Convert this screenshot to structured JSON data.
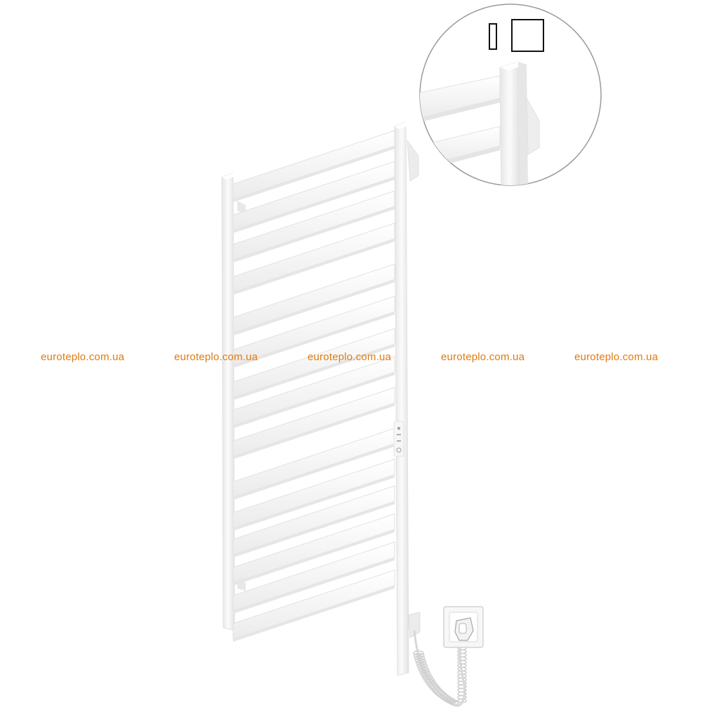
{
  "watermarks": [
    "euroteplo.com.ua",
    "euroteplo.com.ua",
    "euroteplo.com.ua",
    "euroteplo.com.ua",
    "euroteplo.com.ua"
  ],
  "colors": {
    "watermark": "#e07a10",
    "rail_face": "#f4f4f4",
    "rail_top": "#ffffff",
    "rail_shadow": "#d6d6d6",
    "outline": "#9a9a9a",
    "cable": "#dcdcdc"
  },
  "product": {
    "rung_count": 15,
    "has_thermostat_control": true,
    "has_plug_and_socket": true,
    "detail_inset_profiles": [
      "rectangle-profile-icon",
      "square-profile-icon"
    ]
  }
}
